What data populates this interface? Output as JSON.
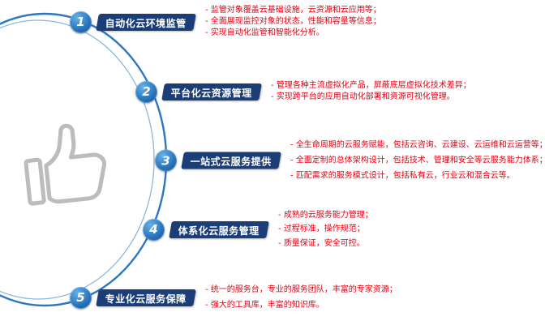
{
  "colors": {
    "navy": "#1c3e77",
    "red": "#e60012",
    "arc": "#2e77c0",
    "arc2": "#8ab6de",
    "thumb": "#bcbcbc"
  },
  "icons": {
    "thumb": "thumbs-up-icon",
    "arcs": "swoosh-arc-decoration"
  },
  "steps": [
    {
      "number": "1",
      "title": "自动化云环境监管",
      "bullets": [
        "监管对象覆盖云基础设施，云资源和云应用等；",
        "全面展现监控对象的状态，性能和容量等信息；",
        "实现自动化监管和智能化分析。"
      ]
    },
    {
      "number": "2",
      "title": "平台化云资源管理",
      "bullets": [
        "管理各种主流虚拟化产品，屏蔽底层虚拟化技术差异；",
        "实现跨平台的应用自动化部署和资源可视化管理。"
      ]
    },
    {
      "number": "3",
      "title": "一站式云服务提供",
      "bullets": [
        "全生命周期的云服务赋能，包括云咨询、云建设、云运维和云运营等；",
        "全面定制的总体架构设计，包括技术、管理和安全等云服务能力体系；",
        "匹配需求的服务模式设计，包括私有云，行业云和混合云等。"
      ]
    },
    {
      "number": "4",
      "title": "体系化云服务管理",
      "bullets": [
        "成熟的云服务能力管理；",
        "过程标准，操作规范；",
        "质量保证，安全可控。"
      ]
    },
    {
      "number": "5",
      "title": "专业化云服务保障",
      "bullets": [
        "统一的服务台，专业的服务团队，丰富的专家资源；",
        "强大的工具库，丰富的知识库。"
      ]
    }
  ]
}
